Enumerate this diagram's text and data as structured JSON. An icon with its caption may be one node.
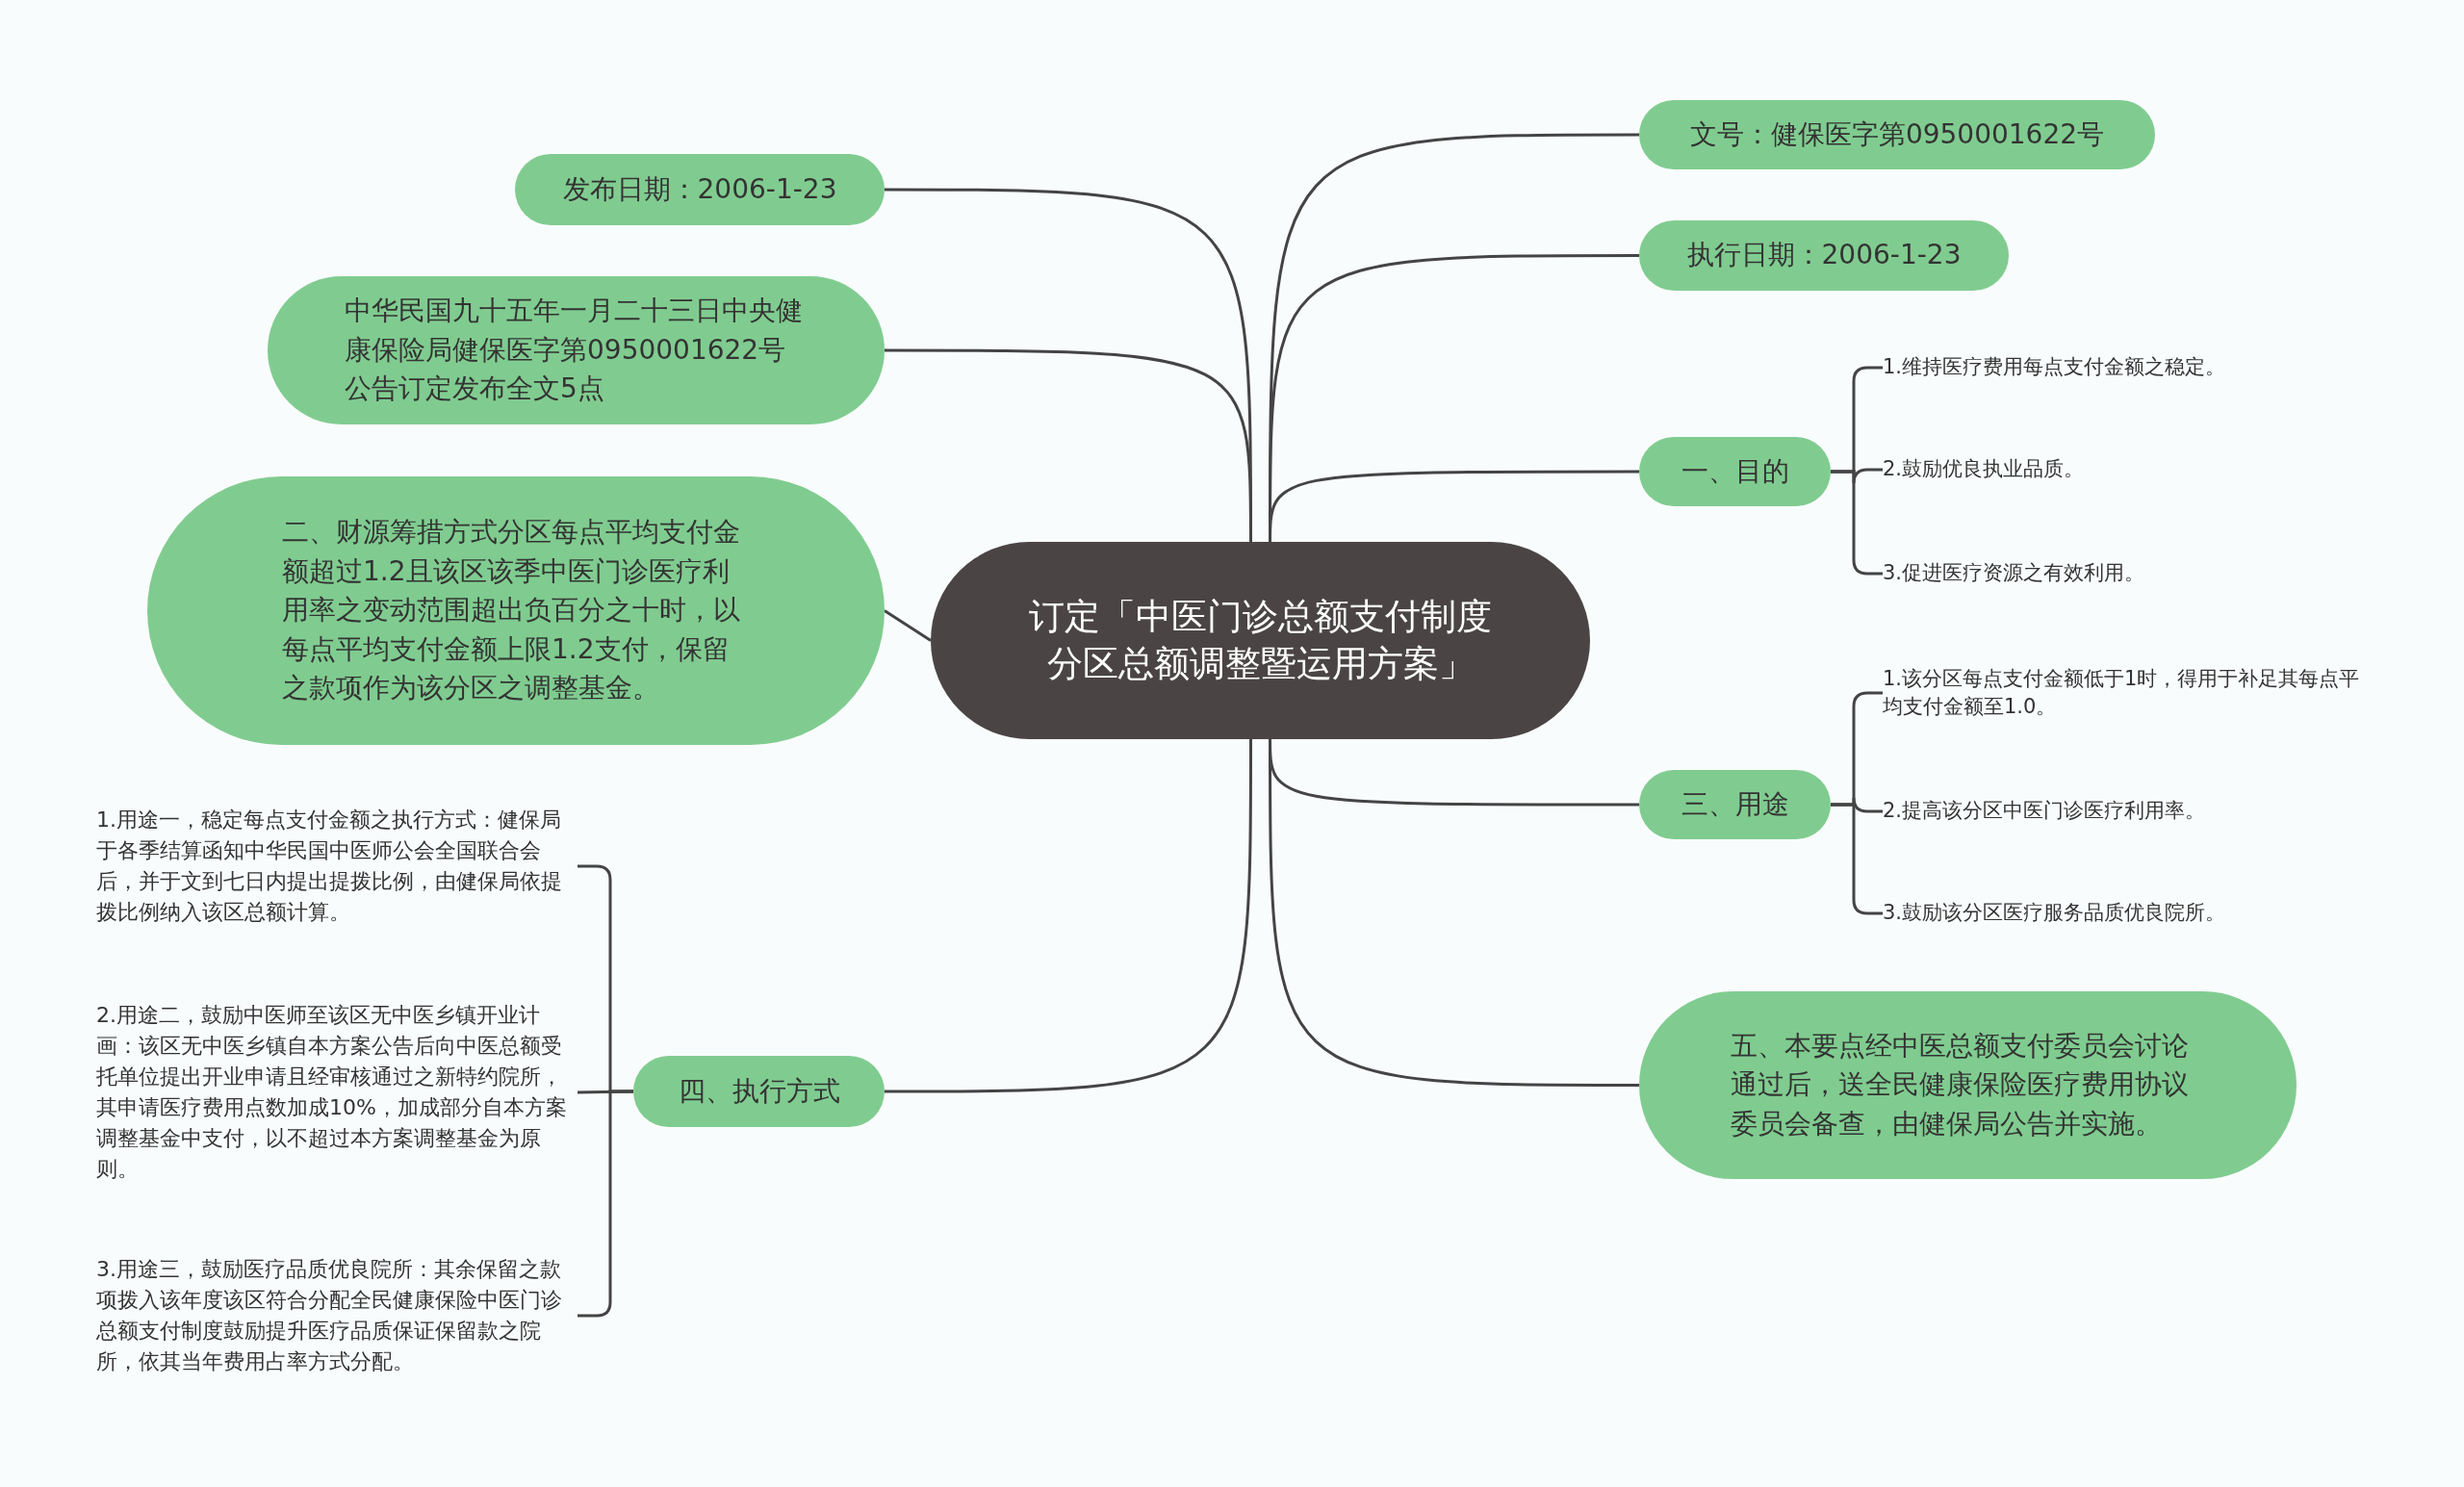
{
  "diagram": {
    "nodes": [
      {
        "text": [
          "订定「中医门诊总额支付制度分区总额调整暨运用方案」"
        ]
      },
      {
        "text": [
          "文号：健保医字第0950001622号"
        ]
      },
      {
        "text": [
          "执行日期：2006-1-23"
        ]
      },
      {
        "text": [
          "一、目的"
        ]
      },
      {
        "text": [
          "1.维持医疗费用每点支付金额之稳定。"
        ]
      },
      {
        "text": [
          "2.鼓励优良执业品质。"
        ]
      },
      {
        "text": [
          "3.促进医疗资源之有效利用。"
        ]
      },
      {
        "text": [
          "三、用途"
        ]
      },
      {
        "text": [
          "1.该分区每点支付金额低于1时，得用于补足其每点平均支付金额至1.0。"
        ]
      },
      {
        "text": [
          "2.提高该分区中医门诊医疗利用率。"
        ]
      },
      {
        "text": [
          "3.鼓励该分区医疗服务品质优良院所。"
        ]
      },
      {
        "text": [
          "五、本要点经中医总额支付委员会讨论通过后，送全民健康保险医疗费用协议委员会备查，由健保局公告并实施。"
        ]
      },
      {
        "text": [
          "发布日期：2006-1-23"
        ]
      },
      {
        "text": [
          "中华民国九十五年一月二十三日中央健康保险局健保医字第0950001622号公告订定发布全文5点"
        ]
      },
      {
        "text": [
          "二、财源筹措方式分区每点平均支付金额超过1.2且该区该季中医门诊医疗利用率之变动范围超出负百分之十时，以每点平均支付金额上限1.2支付，保留之款项作为该分区之调整基金。"
        ]
      },
      {
        "text": [
          "四、执行方式"
        ]
      },
      {
        "text": [
          "1.用途一，稳定每点支付金额之执行方式：健保局于各季结算函知中华民国中医师公会全国联合会后，并于文到七日内提出提拨比例，由健保局依提拨比例纳入该区总额计算。"
        ]
      },
      {
        "text": [
          "2.用途二，鼓励中医师至该区无中医乡镇开业计画：该区无中医乡镇自本方案公告后向中医总额受托单位提出开业申请且经审核通过之新特约院所，其申请医疗费用点数加成10%，加成部分自本方案调整基金中支付，以不超过本方案调整基金为原则。"
        ]
      },
      {
        "text": [
          "3.用途三，鼓励医疗品质优良院所：其余保留之款项拨入该年度该区符合分配全民健康保险中医门诊总额支付制度鼓励提升医疗品质保证保留款之院所，依其当年费用占率方式分配。"
        ]
      }
    ],
    "edges": [
      {
        "from": 0,
        "to": 1,
        "arrow": "none"
      },
      {
        "from": 0,
        "to": 2,
        "arrow": "none"
      },
      {
        "from": 0,
        "to": 3,
        "arrow": "none"
      },
      {
        "from": 3,
        "to": 4,
        "arrow": "none"
      },
      {
        "from": 3,
        "to": 5,
        "arrow": "none"
      },
      {
        "from": 3,
        "to": 6,
        "arrow": "none"
      },
      {
        "from": 0,
        "to": 7,
        "arrow": "none"
      },
      {
        "from": 7,
        "to": 8,
        "arrow": "none"
      },
      {
        "from": 7,
        "to": 9,
        "arrow": "none"
      },
      {
        "from": 7,
        "to": 10,
        "arrow": "none"
      },
      {
        "from": 0,
        "to": 11,
        "arrow": "none"
      },
      {
        "from": 0,
        "to": 12,
        "arrow": "none"
      },
      {
        "from": 0,
        "to": 13,
        "arrow": "none"
      },
      {
        "from": 0,
        "to": 14,
        "arrow": "none"
      },
      {
        "from": 0,
        "to": 15,
        "arrow": "none"
      },
      {
        "from": 15,
        "to": 16,
        "arrow": "none"
      },
      {
        "from": 15,
        "to": 17,
        "arrow": "none"
      },
      {
        "from": 15,
        "to": 18,
        "arrow": "none"
      }
    ]
  }
}
